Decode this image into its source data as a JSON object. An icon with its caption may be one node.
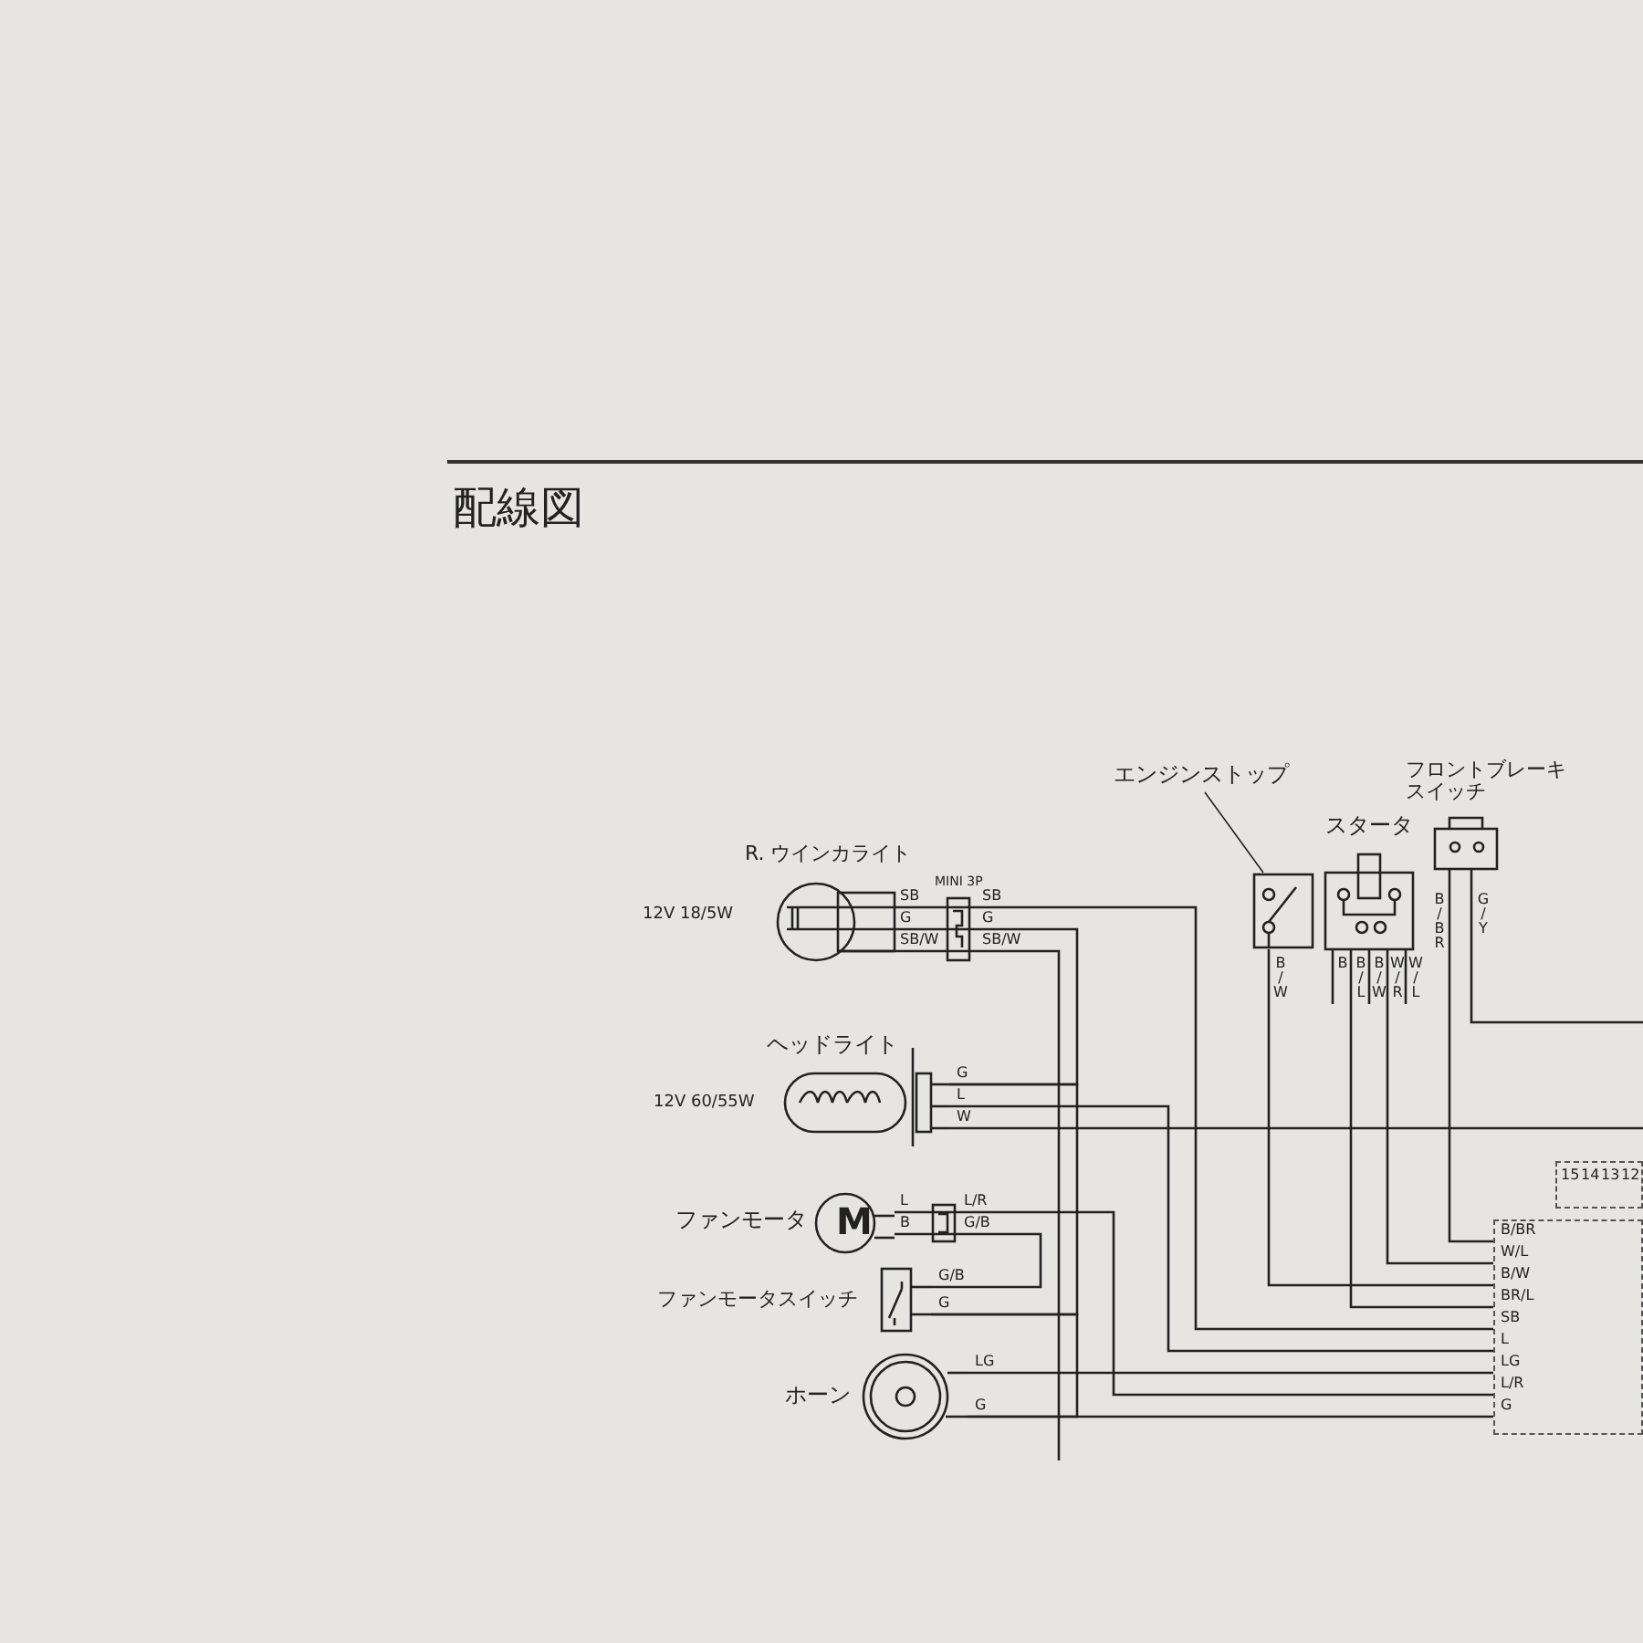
{
  "diagram": {
    "title": "配線図",
    "nodes": [
      {
        "text": [
          "R. ウインカライト"
        ],
        "beside": [
          "12V 18/5W"
        ]
      },
      {
        "text": [
          "ヘッドライト"
        ],
        "beside": [
          "12V 60/55W"
        ]
      },
      {
        "text": [
          "ファンモータ",
          "M"
        ]
      },
      {
        "text": [
          "ファンモータスイッチ"
        ]
      },
      {
        "text": [
          "ホーン"
        ]
      },
      {
        "text": [
          "エンジンストップ"
        ]
      },
      {
        "text": [],
        "shape": "box"
      },
      {
        "text": [
          "スタータ"
        ]
      },
      {
        "text": [
          "フロントブレーキスイッチ"
        ]
      },
      {
        "text": [],
        "shape": "box"
      },
      {
        "text": [],
        "shape": "box"
      }
    ],
    "edges": [
      {
        "from": 0,
        "to": 9,
        "arrow": "none"
      },
      {
        "from": 0,
        "to": 1,
        "arrow": "none"
      },
      {
        "from": 1,
        "to": 9,
        "arrow": "none"
      },
      {
        "from": 1,
        "to": 3,
        "arrow": "none"
      },
      {
        "from": 2,
        "to": 9,
        "arrow": "none"
      },
      {
        "from": 2,
        "to": 3,
        "arrow": "none"
      },
      {
        "from": 3,
        "to": 4,
        "arrow": "none"
      },
      {
        "from": 4,
        "to": 9,
        "arrow": "none"
      },
      {
        "from": 4,
        "to": 9,
        "arrow": "none"
      },
      {
        "from": 6,
        "to": 9,
        "arrow": "none"
      },
      {
        "from": 7,
        "to": 9,
        "arrow": "none"
      },
      {
        "from": 7,
        "to": 9,
        "arrow": "none"
      },
      {
        "from": 8,
        "to": 9,
        "arrow": "none"
      },
      {
        "from": 8,
        "to": null,
        "arrow": "none"
      },
      {
        "from": 1,
        "to": null,
        "arrow": "none"
      },
      {
        "from": 0,
        "to": null,
        "arrow": "none"
      },
      {
        "from": 5,
        "to": 6,
        "arrow": "none"
      }
    ],
    "labels": [
      "MINI 3P",
      "SB",
      "G",
      "SB/W",
      "SB",
      "G",
      "SB/W",
      "G",
      "L",
      "W",
      "L",
      "B",
      "L/R",
      "G/B",
      "G/B",
      "G",
      "LG",
      "G",
      "B/W",
      "B",
      "B/L",
      "B/W",
      "W/R",
      "W/L",
      "B/BR",
      "G/Y",
      "15",
      "14",
      "13",
      "12",
      "B/BR",
      "W/L",
      "B/W",
      "BR/L",
      "SB",
      "L",
      "LG",
      "L/R",
      "G"
    ]
  }
}
